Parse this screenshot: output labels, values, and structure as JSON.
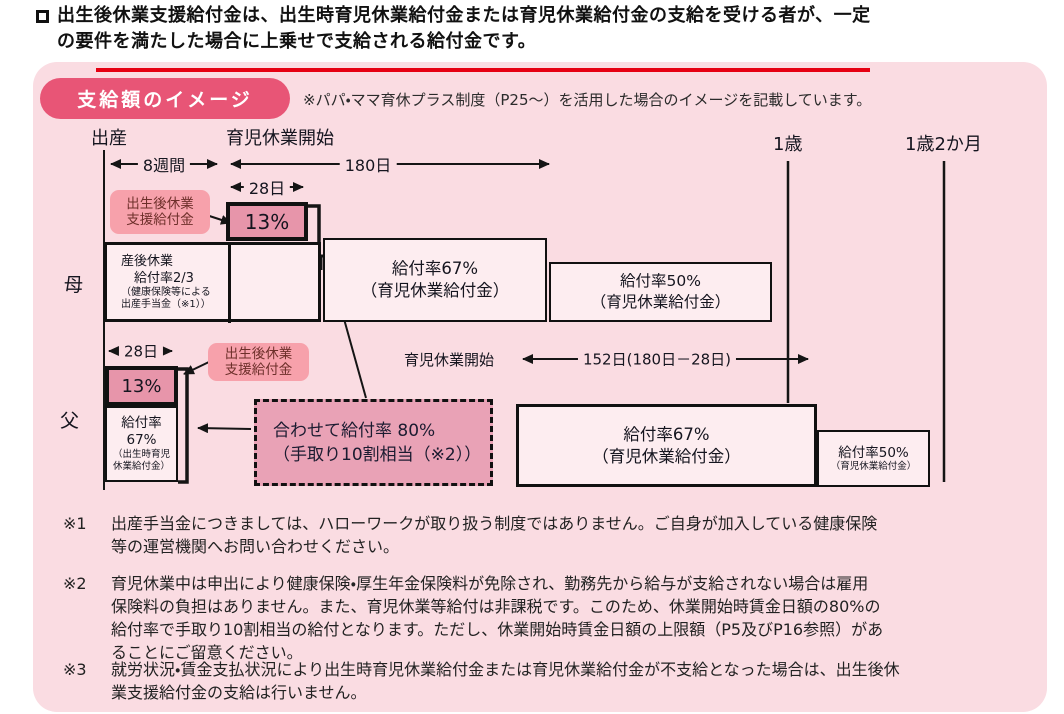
{
  "header": {
    "bullet": "□",
    "line1": "出生後休業支援給付金は、出生時育児休業給付金または育児休業給付金の支給を受ける者が、一定",
    "line2": "の要件を満たした場合に上乗せで支給される給付金です。"
  },
  "panel": {
    "badge": "支給額のイメージ",
    "note": "※パパ・ママ育休プラス制度（P25～）を活用した場合のイメージを記載しています。",
    "timeline": {
      "birth": "出産",
      "leave_start": "育児休業開始",
      "age_1": "1歳",
      "age_1y2m": "1歳2か月",
      "weeks_8": "8週間",
      "days_180": "180日",
      "days_28_mother": "28日",
      "days_28_father": "28日",
      "leave_start_father": "育児休業開始",
      "days_152": "152日(180日－28日)"
    },
    "mother": {
      "row_label": "母",
      "support_label": {
        "line1": "出生後休業",
        "line2": "支援給付金"
      },
      "rate_13": "13%",
      "postpartum": {
        "line1": "産後休業",
        "line2": "　給付率2/3",
        "line3": "（健康保険等による",
        "line4": "出産手当金（※1））"
      },
      "rate_67": {
        "line1": "給付率67%",
        "line2": "（育児休業給付金）"
      },
      "rate_50": {
        "line1": "給付率50%",
        "line2": "（育児休業給付金）"
      }
    },
    "father": {
      "row_label": "父",
      "support_label": {
        "line1": "出生後休業",
        "line2": "支援給付金"
      },
      "rate_13": "13%",
      "rate_67_small": {
        "line1": "給付率",
        "line2": "67%",
        "line3": "（出生時育児",
        "line4": "休業給付金）"
      },
      "combined": {
        "line1": "合わせて給付率 80%",
        "line2": "（手取り10割相当（※2））"
      },
      "rate_67": {
        "line1": "給付率67%",
        "line2": "（育児休業給付金）"
      },
      "rate_50": {
        "line1": "給付率50%",
        "line2": "（育児休業給付金）"
      }
    },
    "footnotes": [
      {
        "marker": "※1",
        "lines": [
          "出産手当金につきましては、ハローワークが取り扱う制度ではありません。ご自身が加入している健康保険",
          "等の運営機関へお問い合わせください。"
        ]
      },
      {
        "marker": "※2",
        "lines": [
          "育児休業中は申出により健康保険・厚生年金保険料が免除され、勤務先から給与が支給されない場合は雇用",
          "保険料の負担はありません。また、育児休業等給付は非課税です。このため、休業開始時賃金日額の80%の",
          "給付率で手取り10割相当の給付となります。ただし、休業開始時賃金日額の上限額（P5及びP16参照）があ",
          "ることにご留意ください。"
        ]
      },
      {
        "marker": "※3",
        "lines": [
          "就労状況・賃金支払状況により出生時育児休業給付金または育児休業給付金が不支給となった場合は、出生後休",
          "業支援給付金の支給は行いません。"
        ]
      }
    ],
    "colors": {
      "panel_bg": "#fadce2",
      "badge_bg": "#e85576",
      "accent_red": "#e60012",
      "box_light": "#fdedf0",
      "box_dark": "#e795aa",
      "label_pink": "#f7a1ab",
      "dashed_bg": "#e9a2b6"
    }
  }
}
